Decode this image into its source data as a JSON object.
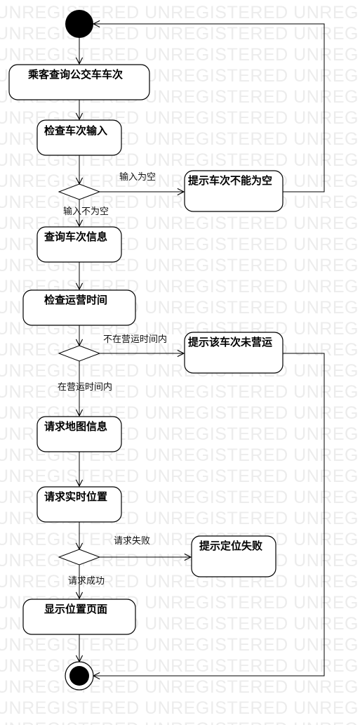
{
  "watermark": "UNREGISTERED UNREGISTERED UNREGISTERED",
  "activities": {
    "query_bus": "乘客查询公交车车次",
    "check_input": "检查车次输入",
    "prompt_empty": "提示车次不能为空",
    "query_info": "查询车次信息",
    "check_time": "检查运营时间",
    "prompt_not_operating": "提示该车次未营运",
    "request_map": "请求地图信息",
    "request_location": "请求实时位置",
    "prompt_location_fail": "提示定位失败",
    "show_location_page": "显示位置页面"
  },
  "guards": {
    "input_empty": "输入为空",
    "input_not_empty": "输入不为空",
    "not_in_hours": "不在营运时间内",
    "in_hours": "在营运时间内",
    "request_failed": "请求失败",
    "request_success": "请求成功"
  }
}
